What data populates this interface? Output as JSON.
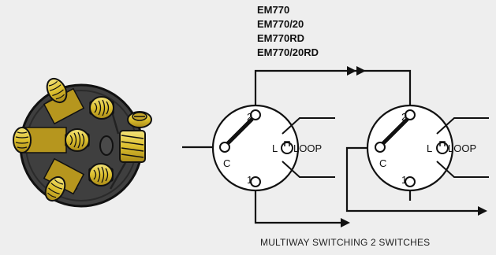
{
  "models": [
    "EM770",
    "EM770/20",
    "EM770RD",
    "EM770/20RD"
  ],
  "caption": "MULTIWAY SWITCHING 2 SWITCHES",
  "switches": [
    {
      "terminal_top": "2",
      "terminal_common": "C",
      "terminal_bottom": "1",
      "loop_terminal": "L",
      "loop_label": "LOOP"
    },
    {
      "terminal_top": "2",
      "terminal_common": "C",
      "terminal_bottom": "1",
      "loop_terminal": "L",
      "loop_label": "LOOP"
    }
  ],
  "colors": {
    "background": "#eeeeee",
    "wire": "#111111",
    "brass": "#e0c233",
    "housing": "#3f3f3f"
  }
}
